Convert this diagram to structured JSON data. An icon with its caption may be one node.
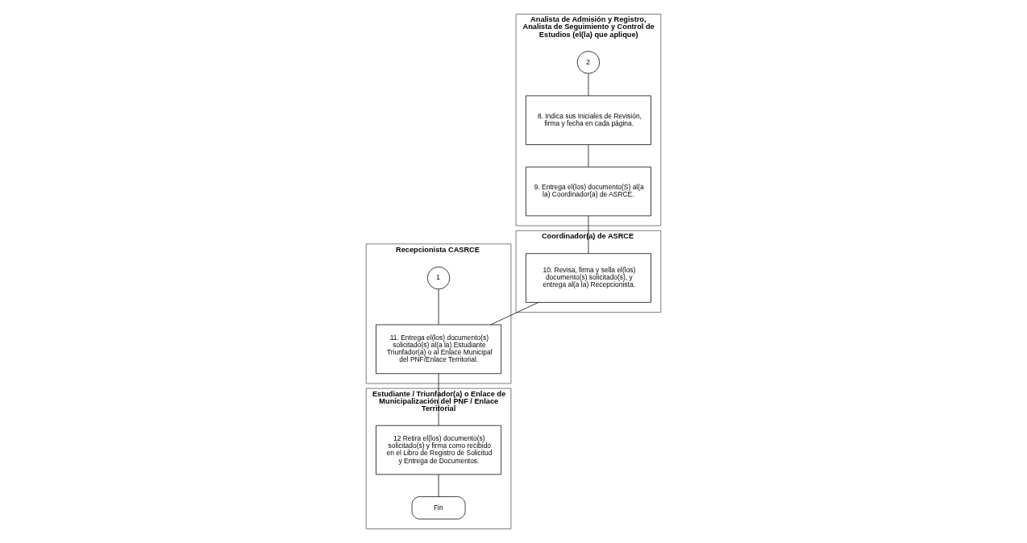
{
  "diagram": {
    "nodes": [
      {
        "text": [
          "Estudiante / Triunfador(a) o Enlace de Municipalización del PNF / Enlace Territorial"
        ]
      },
      {
        "text": [
          "Recepcionista CASRCE"
        ]
      },
      {
        "text": [
          "Analista de Admisión y Registro, Analista de Seguimiento y Control de Estudios (el(la) que aplique)"
        ]
      },
      {
        "text": [
          "Coordinador(a) de ASRCE"
        ]
      },
      {
        "text": [
          "1"
        ],
        "in": 1
      },
      {
        "text": [
          "2"
        ],
        "in": 2
      },
      {
        "text": [
          "8. Indica sus Iniciales de Revisión, firma y fecha en cada página."
        ],
        "in": 2
      },
      {
        "text": [
          "9. Entrega el(los) documento(S) al(a la) Coordinador(a) de ASRCE."
        ],
        "in": 2
      },
      {
        "text": [
          "10. Revisa, firma y sella el(los) documento(s) solicitado(s), y entrega al(a la) Recepcionista."
        ],
        "in": 3
      },
      {
        "text": [
          "11. Entrega el(los) documento(s) solicitado(s) al(a la) Estudiante Triunfador(a) o al Enlace Municipal del PNF/Enlace Territorial."
        ],
        "in": 1
      },
      {
        "text": [
          "12 Retira el(los) documento(s) solicitado(s) y firma como recibido en el Libro de Registro de Solicitud y Entrega de Documentos."
        ],
        "in": 0
      },
      {
        "text": [
          "Fin"
        ],
        "in": 0
      }
    ],
    "edges": [
      {
        "from": 4,
        "to": 9,
        "arrow": "none"
      },
      {
        "from": 5,
        "to": 6,
        "arrow": "none"
      },
      {
        "from": 6,
        "to": 7,
        "arrow": "none"
      },
      {
        "from": 7,
        "to": 8,
        "arrow": "none"
      },
      {
        "from": 8,
        "to": 9,
        "arrow": "none"
      },
      {
        "from": 9,
        "to": 10,
        "arrow": "none"
      },
      {
        "from": 10,
        "to": 11,
        "arrow": "none"
      }
    ]
  }
}
